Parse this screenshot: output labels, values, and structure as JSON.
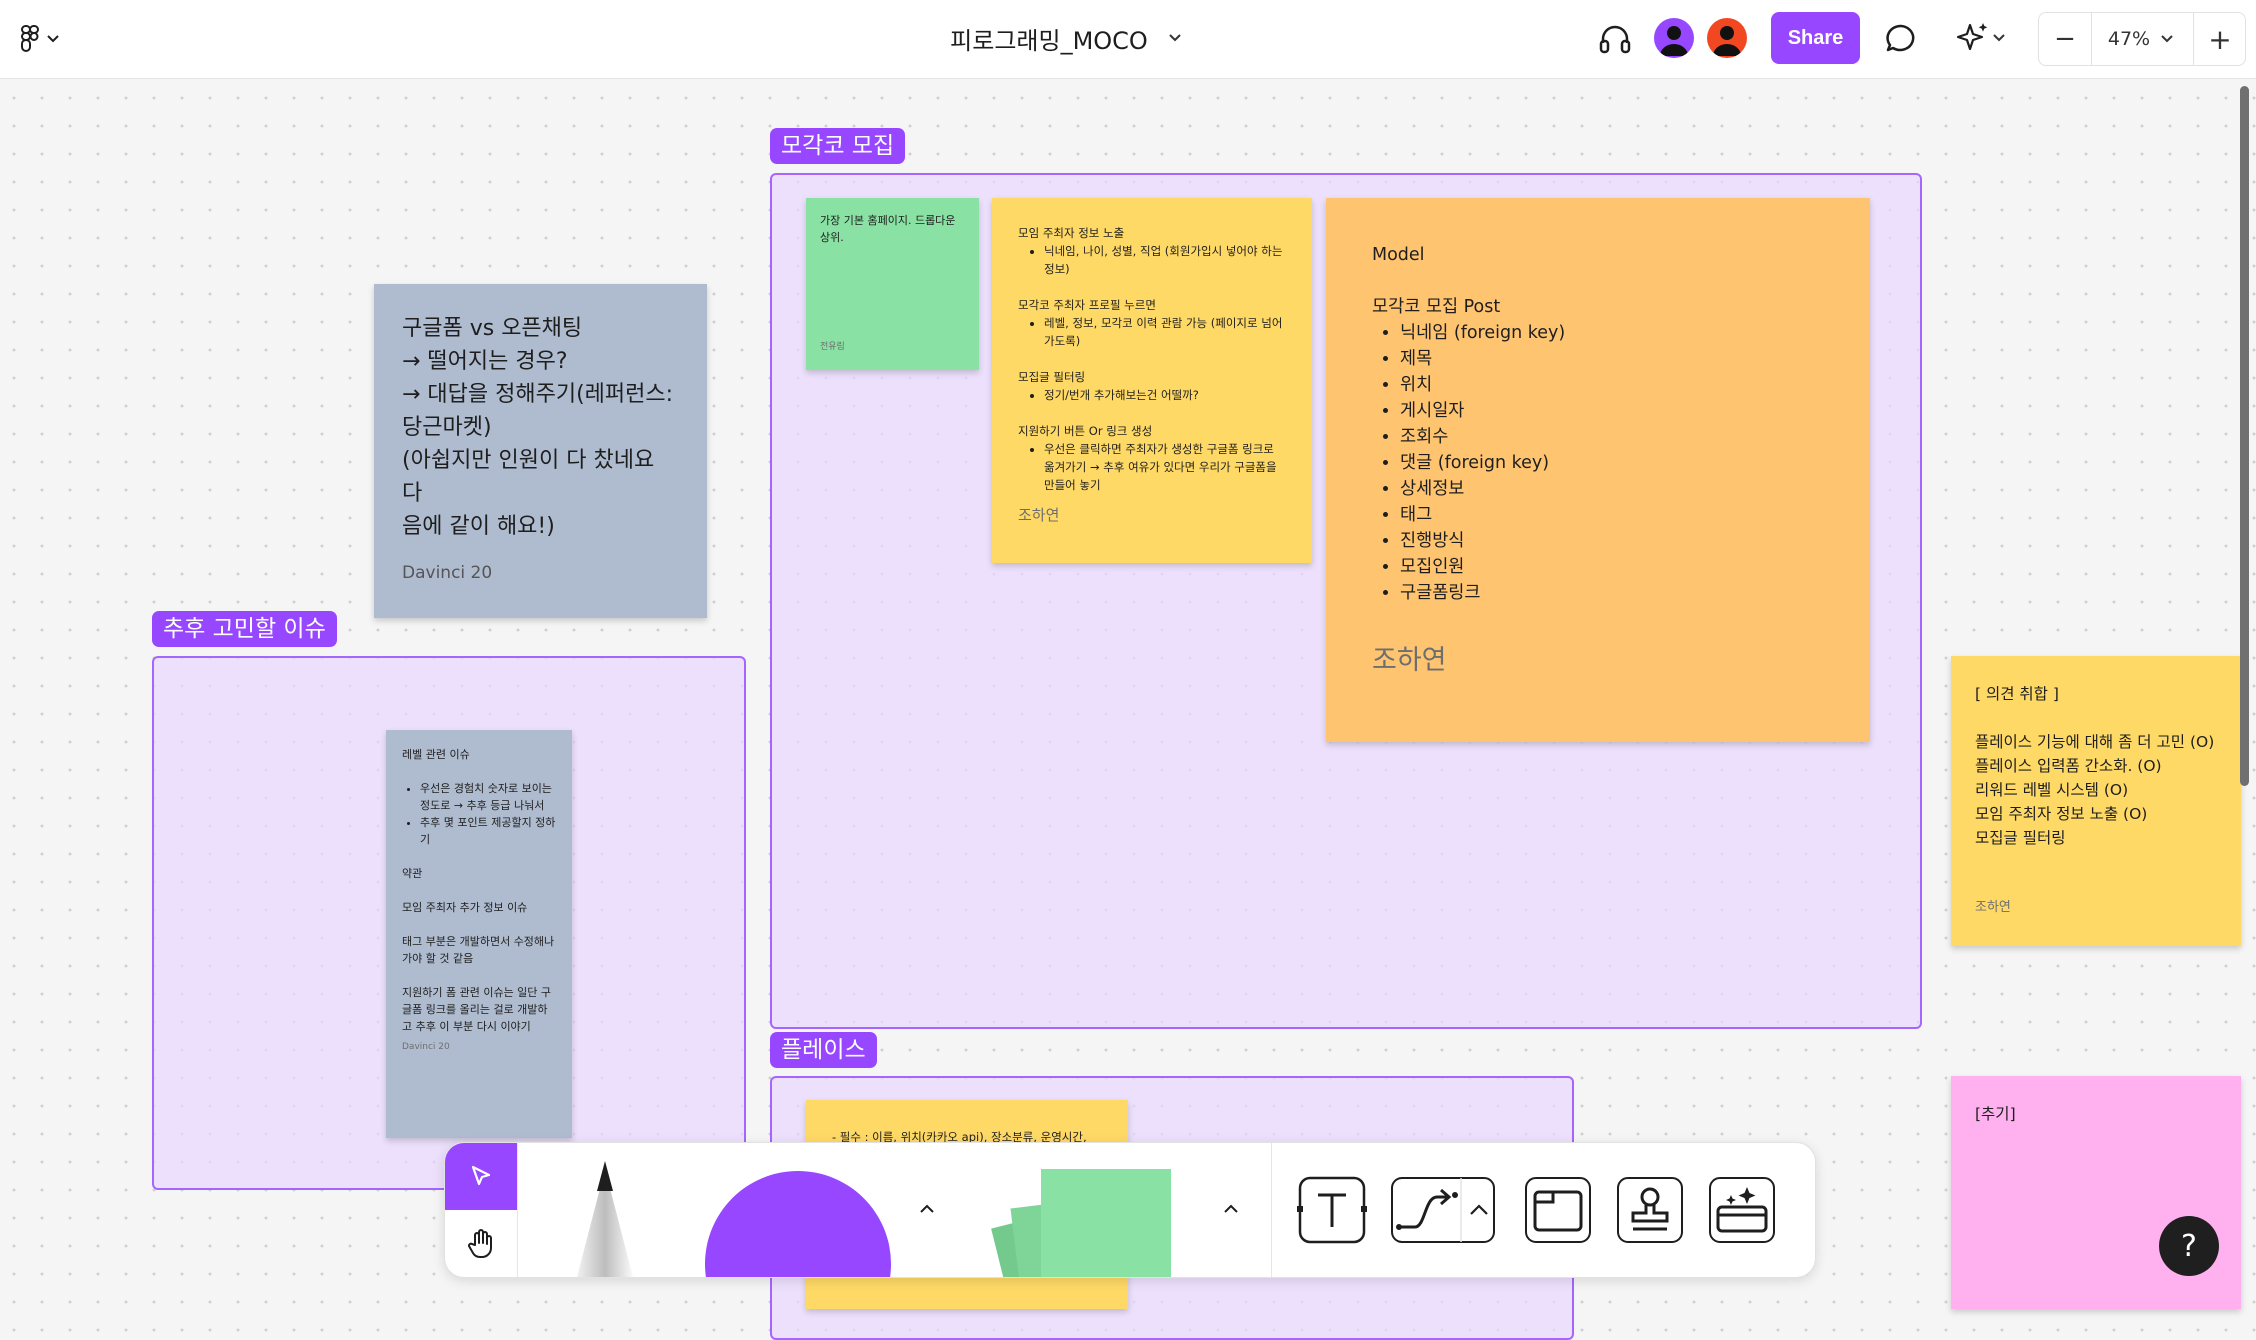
{
  "topbar": {
    "file_title": "피로그래밍_MOCO",
    "share_label": "Share",
    "zoom_level": "47%",
    "zoom_out_label": "−",
    "zoom_in_label": "+",
    "accent_color": "#9747ff"
  },
  "sections": {
    "mogakko": {
      "label": "모각코 모집"
    },
    "future_issues": {
      "label": "추후 고민할 이슈"
    },
    "places": {
      "label": "플레이스"
    }
  },
  "stickies": {
    "googleform": {
      "lines": [
        "구글폼 vs 오픈채팅",
        "→ 떨어지는 경우?",
        "→ 대답을 정해주기(레퍼런스:",
        "당근마켓)",
        "(아쉽지만 인원이 다 찼네요 다",
        "음에 같이 해요!)"
      ],
      "author": "Davinci 20"
    },
    "homepage": {
      "text": "가장 기본 홈페이지. 드롭다운 상위.",
      "author": "전유림"
    },
    "host_info": {
      "h1": "모임 주최자 정보 노출",
      "b1": "닉네임, 나이, 성별, 직업 (회원가입시 넣어야 하는 정보)",
      "h2": "모각코 주최자 프로필 누르면",
      "b2": "레벨, 정보, 모각코 이력 관람 가능 (페이지로 넘어가도록)",
      "h3": "모집글 필터링",
      "b3": "정기/번개 추가해보는건 어떨까?",
      "h4": "지원하기 버튼 Or 링크 생성",
      "b4": "우선은 클릭하면 주최자가 생성한 구글폼 링크로 옮겨가기 → 추후 여유가 있다면 우리가 구글폼을 만들어 놓기",
      "author": "조하연"
    },
    "model": {
      "title": "Model",
      "subtitle": "모각코 모집 Post",
      "items": [
        "닉네임 (foreign key)",
        "제목",
        "위치",
        "게시일자",
        "조회수",
        "댓글 (foreign key)",
        "상세정보",
        "태그",
        "진행방식",
        "모집인원",
        "구글폼링크"
      ],
      "author": "조하연"
    },
    "opinion": {
      "title": "[ 의견 취합 ]",
      "lines": [
        "플레이스 기능에 대해 좀 더 고민 (O)",
        "플레이스 입력폼 간소화. (O)",
        "리워드 레벨 시스템 (O)",
        "모임 주최자 정보 노출 (O)",
        "모집글 필터링"
      ],
      "author": "조하연"
    },
    "level": {
      "title": "레벨 관련 이슈",
      "b1": "우선은 경험치 숫자로 보이는 정도로 → 추후 등급 나눠서",
      "b2": "추후 몇 포인트 제공할지 정하기",
      "p1": "약관",
      "p2": "모임 주최자 추가 정보 이슈",
      "p3": "태그 부분은 개발하면서 수정해나가야 할 것 같음",
      "p4": "지원하기 폼 관련 이슈는 일단 구글폼 링크를 올리는 걸로 개발하고 추후 이 부분 다시 이야기",
      "author": "Davinci 20"
    },
    "place": {
      "text": "- 필수 : 이름, 위치(카카오 api), 장소분류, 운영시간,"
    },
    "pink": {
      "text": "[추기]"
    }
  },
  "icons": {
    "figma_menu": "figma-logo-icon",
    "audio": "headphones-icon",
    "comments": "comment-icon",
    "ai": "sparkle-icon",
    "help": "?"
  }
}
